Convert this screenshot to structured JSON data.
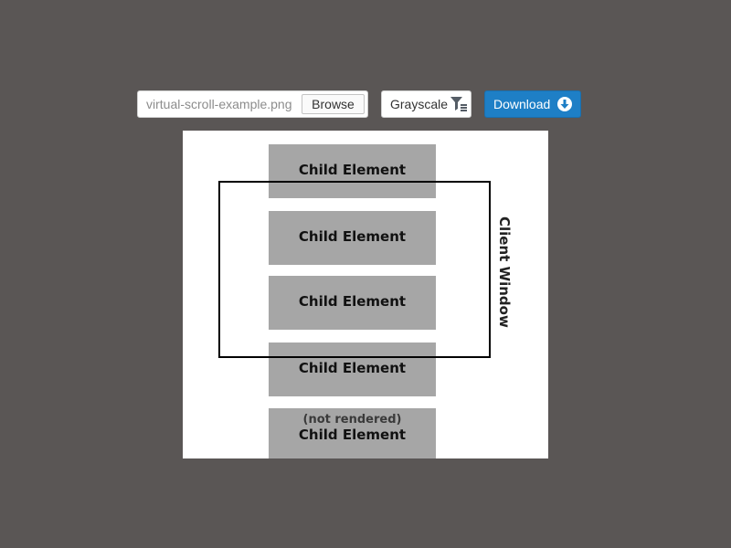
{
  "toolbar": {
    "file_name": "virtual-scroll-example.png",
    "browse_label": "Browse",
    "grayscale_label": "Grayscale",
    "grayscale_icon": "filter-icon",
    "download_label": "Download",
    "download_icon": "download-circle-icon"
  },
  "image": {
    "child_elements": [
      {
        "label": "Child Element"
      },
      {
        "label": "Child Element"
      },
      {
        "label": "Child Element"
      },
      {
        "label": "Child Element"
      },
      {
        "label": "Child Element",
        "note": "(not rendered)"
      }
    ],
    "client_window_label": "Client Window"
  },
  "colors": {
    "background": "#5a5655",
    "accent": "#1e7fc6",
    "child_fill": "#a6a6a6"
  }
}
